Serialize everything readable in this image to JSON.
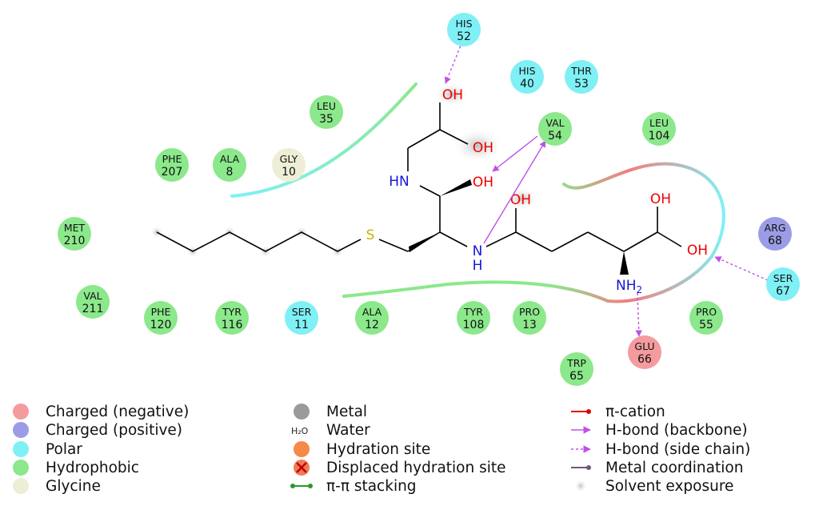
{
  "colors": {
    "negative": "#f49b9e",
    "positive": "#9c9ce6",
    "polar": "#7ff0f5",
    "hydrophobic": "#8be88b",
    "glycine": "#eeeed6",
    "oxygen": "#ee0000",
    "nitrogen": "#1515dd",
    "sulfur": "#c8b400",
    "hbond": "#c050e8"
  },
  "residues": [
    {
      "name": "HIS",
      "num": "52",
      "type": "polar"
    },
    {
      "name": "HIS",
      "num": "40",
      "type": "polar"
    },
    {
      "name": "THR",
      "num": "53",
      "type": "polar"
    },
    {
      "name": "LEU",
      "num": "35",
      "type": "hydrophobic"
    },
    {
      "name": "VAL",
      "num": "54",
      "type": "hydrophobic"
    },
    {
      "name": "LEU",
      "num": "104",
      "type": "hydrophobic"
    },
    {
      "name": "PHE",
      "num": "207",
      "type": "hydrophobic"
    },
    {
      "name": "ALA",
      "num": "8",
      "type": "hydrophobic"
    },
    {
      "name": "GLY",
      "num": "10",
      "type": "glycine"
    },
    {
      "name": "MET",
      "num": "210",
      "type": "hydrophobic"
    },
    {
      "name": "ARG",
      "num": "68",
      "type": "positive"
    },
    {
      "name": "SER",
      "num": "67",
      "type": "polar"
    },
    {
      "name": "VAL",
      "num": "211",
      "type": "hydrophobic"
    },
    {
      "name": "PHE",
      "num": "120",
      "type": "hydrophobic"
    },
    {
      "name": "TYR",
      "num": "116",
      "type": "hydrophobic"
    },
    {
      "name": "SER",
      "num": "11",
      "type": "polar"
    },
    {
      "name": "ALA",
      "num": "12",
      "type": "hydrophobic"
    },
    {
      "name": "TYR",
      "num": "108",
      "type": "hydrophobic"
    },
    {
      "name": "PRO",
      "num": "13",
      "type": "hydrophobic"
    },
    {
      "name": "PRO",
      "num": "55",
      "type": "hydrophobic"
    },
    {
      "name": "GLU",
      "num": "66",
      "type": "negative"
    },
    {
      "name": "TRP",
      "num": "65",
      "type": "hydrophobic"
    }
  ],
  "atoms": {
    "oh_top": "OH",
    "oh_mid": "OH",
    "oh_center": "OH",
    "hn": "HN",
    "sulfur": "S",
    "n_amide": "N",
    "h_amide": "H",
    "oh_chain": "OH",
    "oh_acid_top": "OH",
    "oh_acid": "OH",
    "nh2": "NH",
    "nh2_sub": "2"
  },
  "legend": {
    "col1": [
      "Charged (negative)",
      "Charged (positive)",
      "Polar",
      "Hydrophobic",
      "Glycine"
    ],
    "col2": [
      "Metal",
      "Water",
      "Hydration site",
      "Displaced hydration site",
      "π-π stacking"
    ],
    "col3": [
      "π-cation",
      "H-bond (backbone)",
      "H-bond (side chain)",
      "Metal coordination",
      "Solvent exposure"
    ],
    "water_icon": "H₂O"
  }
}
